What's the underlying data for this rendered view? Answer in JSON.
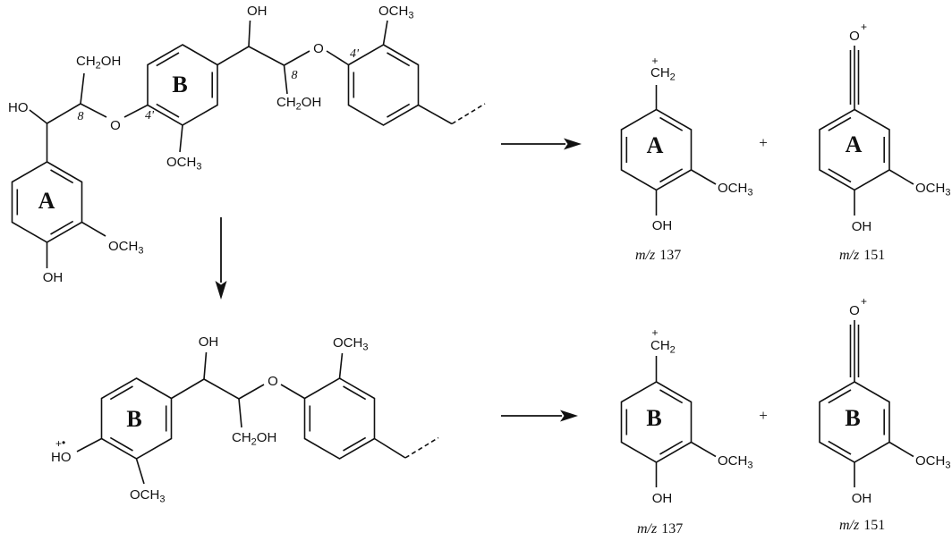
{
  "tokens": {
    "oh": "OH",
    "ho": "HO",
    "o": "O",
    "ch": "CH",
    "och": "OCH",
    "sub2": "2",
    "sub3": "3",
    "plus": "+",
    "radical_dot": "•",
    "pos8": "8",
    "pos4prime": "4'"
  },
  "rings": {
    "a": "A",
    "b": "B"
  },
  "mz": {
    "label": "m/z",
    "v137": "137",
    "v151": "151"
  }
}
